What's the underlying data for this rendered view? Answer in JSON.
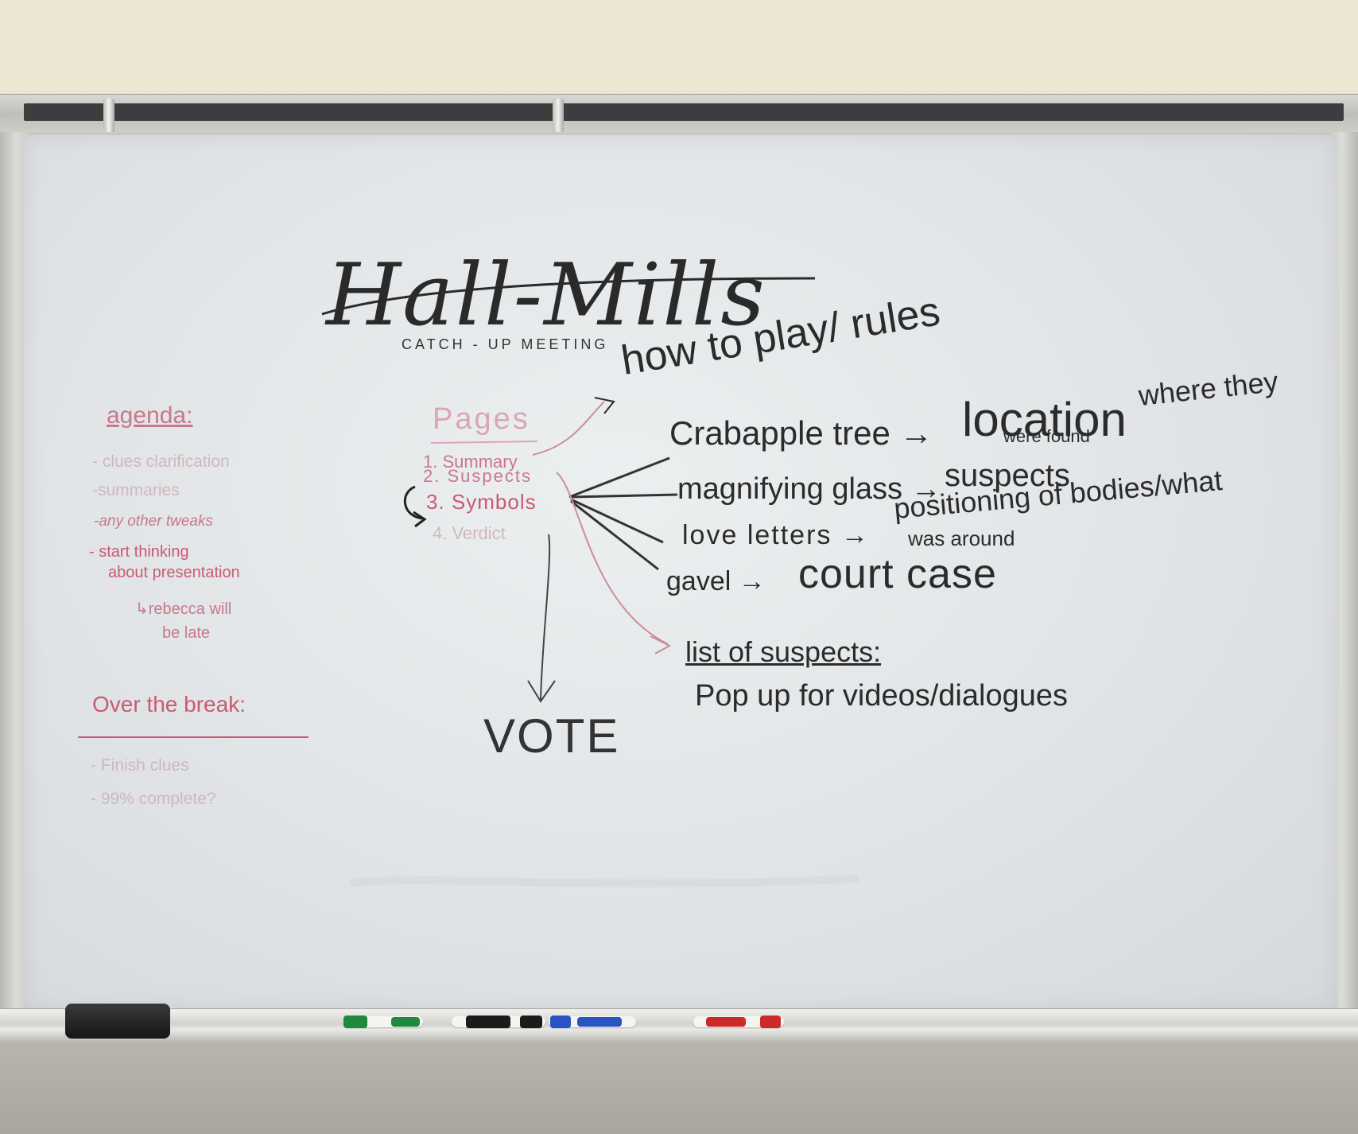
{
  "title": "Hall-Mills",
  "subtitle": "CATCH - UP MEETING",
  "agenda": {
    "heading": "agenda:",
    "items": [
      "- clues clarification",
      "-summaries",
      "-any other tweaks",
      "- start thinking",
      "about presentation",
      "↳rebecca will",
      "be late"
    ]
  },
  "break": {
    "heading": "Over the break:",
    "items": [
      "- Finish clues",
      "- 99% complete?"
    ]
  },
  "pages": {
    "heading": "Pages",
    "items": [
      "1. Summary",
      "2. Suspects",
      "3. Symbols",
      "4. Verdict"
    ]
  },
  "how_to_play": "how to play/ rules",
  "symbols": [
    {
      "symbol": "Crabapple tree →",
      "meaning": "location",
      "note": "were found",
      "note2": "where they"
    },
    {
      "symbol": "magnifying glass →",
      "meaning": "suspects",
      "note": ""
    },
    {
      "symbol": "love letters →",
      "meaning": "positioning of bodies/what",
      "note": "was around"
    },
    {
      "symbol": "gavel →",
      "meaning": "court case",
      "note": ""
    }
  ],
  "suspects_list": {
    "heading": "list of suspects:",
    "detail": "Pop up for videos/dialogues"
  },
  "vote": "VOTE",
  "markers": {
    "green": "#1f8a3e",
    "black": "#1b1b1b",
    "blue": "#2a54c4",
    "red": "#cc2a2a"
  }
}
